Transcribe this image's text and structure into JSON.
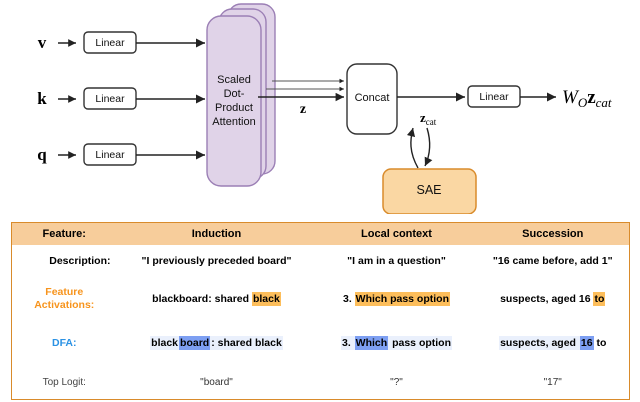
{
  "diagram": {
    "inputs": [
      {
        "symbol": "v",
        "box_label": "Linear"
      },
      {
        "symbol": "k",
        "box_label": "Linear"
      },
      {
        "symbol": "q",
        "box_label": "Linear"
      }
    ],
    "attention_label": [
      "Scaled",
      "Dot-",
      "Product",
      "Attention"
    ],
    "z_label": "z",
    "concat_label": "Concat",
    "zcat_label_base": "z",
    "zcat_label_sub": "cat",
    "output_linear_label": "Linear",
    "sae_label": "SAE",
    "output_formula": {
      "w": "W",
      "w_sub": "O",
      "z": "z",
      "z_sub": "cat"
    },
    "colors": {
      "attention_fill": "#E0D3E8",
      "attention_stroke": "#9B7FB5",
      "sae_fill": "#FAD7A3",
      "sae_stroke": "#D98B2B",
      "box_stroke": "#333333"
    }
  },
  "table": {
    "headers": [
      "Feature:",
      "Induction",
      "Local context",
      "Succession"
    ],
    "rows": [
      {
        "label": "Description:",
        "label_style": "plain",
        "cells": [
          "\"I previously preceded board\"",
          "\"I am in a question\"",
          "\"16 came before, add 1\""
        ]
      },
      {
        "label": "Feature Activations:",
        "label_line1": "Feature",
        "label_line2": "Activations:",
        "label_style": "orange",
        "cells_rich": {
          "induction": {
            "plain_before": "blackboard: shared ",
            "highlight": "black",
            "plain_after": ""
          },
          "local": {
            "plain_before": "3. ",
            "highlight": "Which pass option",
            "plain_after": ""
          },
          "succession": {
            "plain_before": "suspects, aged 16 ",
            "highlight": "to",
            "plain_after": ""
          }
        }
      },
      {
        "label": "DFA:",
        "label_style": "blue",
        "cells_rich": {
          "induction": {
            "light_before": "black",
            "strong": "board",
            "light_after": ": shared black",
            "plain_after": ""
          },
          "local": {
            "light_before": "3. ",
            "strong": "Which",
            "light_after": " pass option",
            "plain_after": ""
          },
          "succession": {
            "light_before": "suspects, aged ",
            "strong": "16",
            "light_after": "",
            "plain_after": " to"
          }
        }
      },
      {
        "label": "Top Logit:",
        "label_style": "grey",
        "cells": [
          "\"board\"",
          "\"?\"",
          "\"17\""
        ]
      }
    ],
    "colors": {
      "header_fill": "#F7CD9B",
      "border": "#D98B2B",
      "highlight_orange": "#FDBE5B",
      "highlight_blue": "#7D9FF2",
      "highlight_blue_light": "#EAF0FC",
      "label_orange": "#F7941D",
      "label_blue": "#2B92E4"
    }
  }
}
